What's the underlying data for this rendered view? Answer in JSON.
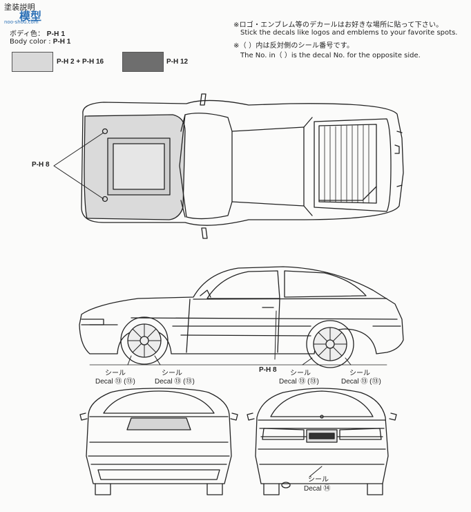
{
  "header": {
    "title": "塗装説明",
    "watermark_top": "模型",
    "watermark_url": "noo-shou.com",
    "body_color_jp": "ボディ色：",
    "body_color_en": "Body color :",
    "body_code_a": "P-H 1",
    "body_code_b": "P-H 1"
  },
  "notes": {
    "line1_jp": "※ロゴ・エンブレム等のデカールはお好きな場所に貼って下さい。",
    "line1_en": "Stick the decals like logos and emblems to your favorite spots.",
    "line2_jp": "※（ ）内は反対側のシール番号です。",
    "line2_en": "The No. in（ ）is the decal No. for the opposite side."
  },
  "swatches": [
    {
      "label": "P-H 2 + P-H 16",
      "color": "#d9d9d9"
    },
    {
      "label": "P-H 12",
      "color": "#6e6e6e"
    }
  ],
  "callouts": {
    "hood_vents": "P-H 8",
    "door_handle": "P-H 8",
    "front_wheel_jp": "シール",
    "front_wheel_en": "Decal ⑬ (⑬)",
    "front_wheel_en2": "Decal ⑬ (⑬)",
    "rear_wheel_jp": "シール",
    "rear_wheel_en": "Decal ⑬ (⑬)",
    "rear_wheel_en2": "Decal ⑬ (⑬)",
    "rear_decal_jp": "シール",
    "rear_decal_en": "Decal ⑭"
  }
}
